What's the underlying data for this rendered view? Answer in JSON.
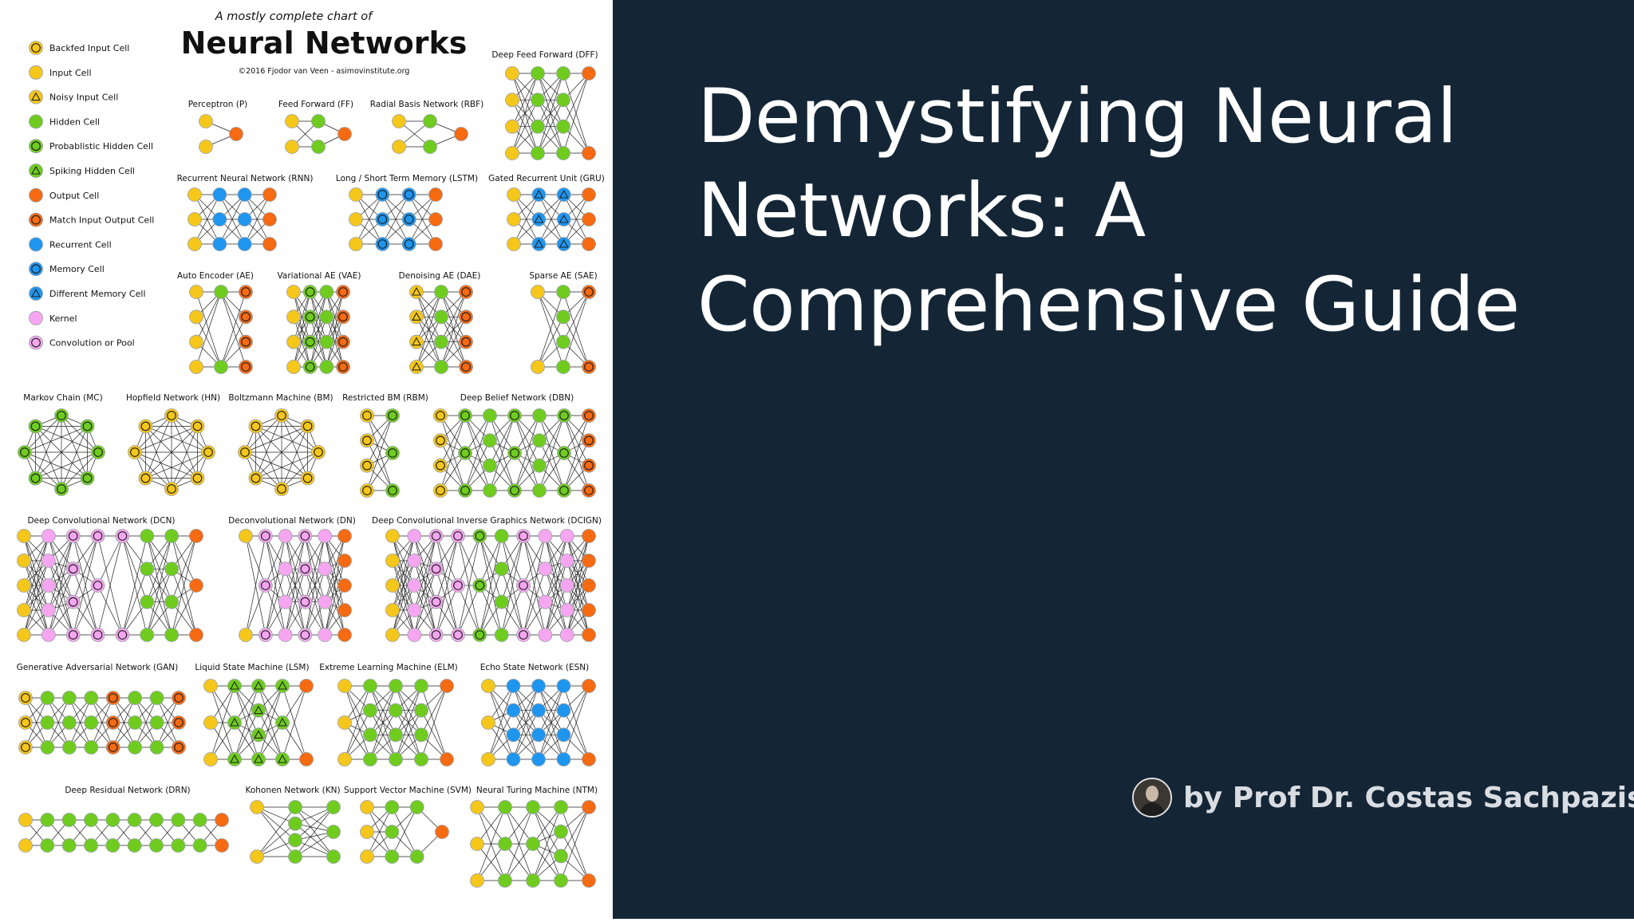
{
  "chart": {
    "heading_small": "A mostly complete chart of",
    "heading_big": "Neural Networks",
    "credit": "©2016 Fjodor van Veen - asimovinstitute.org",
    "legend": [
      {
        "label": "Backfed Input Cell",
        "cell": "backfed-input"
      },
      {
        "label": "Input Cell",
        "cell": "input"
      },
      {
        "label": "Noisy Input Cell",
        "cell": "noisy-input"
      },
      {
        "label": "Hidden Cell",
        "cell": "hidden"
      },
      {
        "label": "Probablistic Hidden Cell",
        "cell": "probabilistic-hidden"
      },
      {
        "label": "Spiking Hidden Cell",
        "cell": "spiking-hidden"
      },
      {
        "label": "Output Cell",
        "cell": "output"
      },
      {
        "label": "Match Input Output Cell",
        "cell": "match-io"
      },
      {
        "label": "Recurrent Cell",
        "cell": "recurrent"
      },
      {
        "label": "Memory Cell",
        "cell": "memory"
      },
      {
        "label": "Different Memory Cell",
        "cell": "different-memory"
      },
      {
        "label": "Kernel",
        "cell": "kernel"
      },
      {
        "label": "Convolution or Pool",
        "cell": "convolution-pool"
      }
    ],
    "cell_colors": {
      "input": "#f5c71a",
      "hidden": "#6fcc1f",
      "output": "#f66a12",
      "recurrent": "#1e96f0",
      "kernel": "#f6a6f0"
    },
    "networks": [
      {
        "name": "Deep Feed Forward (DFF)",
        "layers": [
          [
            "I",
            "I",
            "I",
            "I"
          ],
          [
            "H",
            "H",
            "H",
            "H"
          ],
          [
            "H",
            "H",
            "H",
            "H"
          ],
          [
            "O",
            "O"
          ]
        ]
      },
      {
        "name": "Perceptron (P)",
        "layers": [
          [
            "I",
            "I"
          ],
          [
            "O"
          ]
        ]
      },
      {
        "name": "Feed Forward (FF)",
        "layers": [
          [
            "I",
            "I"
          ],
          [
            "H",
            "H"
          ],
          [
            "O"
          ]
        ]
      },
      {
        "name": "Radial Basis Network (RBF)",
        "layers": [
          [
            "I",
            "I"
          ],
          [
            "H",
            "H"
          ],
          [
            "O"
          ]
        ]
      },
      {
        "name": "Recurrent Neural Network (RNN)",
        "layers": [
          [
            "I",
            "I",
            "I"
          ],
          [
            "R",
            "R",
            "R"
          ],
          [
            "R",
            "R",
            "R"
          ],
          [
            "O",
            "O",
            "O"
          ]
        ]
      },
      {
        "name": "Long / Short Term Memory (LSTM)",
        "layers": [
          [
            "I",
            "I",
            "I"
          ],
          [
            "M",
            "M",
            "M"
          ],
          [
            "M",
            "M",
            "M"
          ],
          [
            "O",
            "O",
            "O"
          ]
        ]
      },
      {
        "name": "Gated Recurrent Unit (GRU)",
        "layers": [
          [
            "I",
            "I",
            "I"
          ],
          [
            "D",
            "D",
            "D"
          ],
          [
            "D",
            "D",
            "D"
          ],
          [
            "O",
            "O",
            "O"
          ]
        ]
      },
      {
        "name": "Auto Encoder (AE)",
        "layers": [
          [
            "I",
            "I",
            "I",
            "I"
          ],
          [
            "H",
            "H"
          ],
          [
            "X",
            "X",
            "X",
            "X"
          ]
        ]
      },
      {
        "name": "Variational AE (VAE)",
        "layers": [
          [
            "I",
            "I",
            "I",
            "I"
          ],
          [
            "P",
            "P",
            "P",
            "P"
          ],
          [
            "H",
            "H",
            "H",
            "H"
          ],
          [
            "X",
            "X",
            "X",
            "X"
          ]
        ]
      },
      {
        "name": "Denoising AE (DAE)",
        "layers": [
          [
            "N",
            "N",
            "N",
            "N"
          ],
          [
            "H",
            "H",
            "H",
            "H"
          ],
          [
            "X",
            "X",
            "X",
            "X"
          ]
        ]
      },
      {
        "name": "Sparse AE (SAE)",
        "layers": [
          [
            "I",
            "I"
          ],
          [
            "H",
            "H",
            "H",
            "H"
          ],
          [
            "X",
            "X"
          ]
        ]
      },
      {
        "name": "Markov Chain (MC)",
        "ring": "P"
      },
      {
        "name": "Hopfield Network (HN)",
        "ring": "B"
      },
      {
        "name": "Boltzmann Machine (BM)",
        "ring": "B"
      },
      {
        "name": "Restricted BM (RBM)",
        "layers": [
          [
            "B",
            "B",
            "B",
            "B"
          ],
          [
            "P",
            "P",
            "P"
          ]
        ]
      },
      {
        "name": "Deep Belief Network (DBN)",
        "layers": [
          [
            "B",
            "B",
            "B",
            "B"
          ],
          [
            "P",
            "P",
            "P"
          ],
          [
            "H",
            "H",
            "H",
            "H"
          ],
          [
            "P",
            "P",
            "P"
          ],
          [
            "H",
            "H",
            "H",
            "H"
          ],
          [
            "P",
            "P",
            "P"
          ],
          [
            "X",
            "X",
            "X",
            "X"
          ]
        ]
      },
      {
        "name": "Deep Convolutional Network (DCN)",
        "layers": [
          [
            "I",
            "I",
            "I",
            "I",
            "I"
          ],
          [
            "K",
            "K",
            "K",
            "K",
            "K"
          ],
          [
            "C",
            "C",
            "C",
            "C"
          ],
          [
            "C",
            "C",
            "C"
          ],
          [
            "C",
            "C"
          ],
          [
            "H",
            "H",
            "H",
            "H"
          ],
          [
            "H",
            "H",
            "H",
            "H"
          ],
          [
            "O",
            "O",
            "O"
          ]
        ]
      },
      {
        "name": "Deconvolutional Network (DN)",
        "layers": [
          [
            "I",
            "I"
          ],
          [
            "C",
            "C",
            "C"
          ],
          [
            "K",
            "K",
            "K",
            "K"
          ],
          [
            "C",
            "C",
            "C",
            "C"
          ],
          [
            "K",
            "K",
            "K",
            "K"
          ],
          [
            "O",
            "O",
            "O",
            "O",
            "O"
          ]
        ]
      },
      {
        "name": "Deep Convolutional Inverse Graphics Network (DCIGN)",
        "layers": [
          [
            "I",
            "I",
            "I",
            "I",
            "I"
          ],
          [
            "K",
            "K",
            "K",
            "K",
            "K"
          ],
          [
            "C",
            "C",
            "C",
            "C"
          ],
          [
            "C",
            "C",
            "C"
          ],
          [
            "P",
            "P",
            "P"
          ],
          [
            "H",
            "H",
            "H",
            "H"
          ],
          [
            "C",
            "C",
            "C"
          ],
          [
            "K",
            "K",
            "K",
            "K"
          ],
          [
            "K",
            "K",
            "K",
            "K",
            "K"
          ],
          [
            "O",
            "O",
            "O",
            "O",
            "O"
          ]
        ]
      },
      {
        "name": "Generative Adversarial Network (GAN)",
        "layers": [
          [
            "B",
            "B",
            "B"
          ],
          [
            "H",
            "H",
            "H"
          ],
          [
            "H",
            "H",
            "H"
          ],
          [
            "H",
            "H",
            "H"
          ],
          [
            "X",
            "X",
            "X"
          ],
          [
            "H",
            "H",
            "H"
          ],
          [
            "H",
            "H",
            "H"
          ],
          [
            "X",
            "X",
            "X"
          ]
        ]
      },
      {
        "name": "Liquid State Machine (LSM)",
        "layers": [
          [
            "I",
            "I",
            "I"
          ],
          [
            "S",
            "S",
            "S"
          ],
          [
            "S",
            "S",
            "S",
            "S"
          ],
          [
            "S",
            "S",
            "S"
          ],
          [
            "O",
            "O"
          ]
        ]
      },
      {
        "name": "Extreme Learning Machine (ELM)",
        "layers": [
          [
            "I",
            "I",
            "I"
          ],
          [
            "H",
            "H",
            "H",
            "H"
          ],
          [
            "H",
            "H",
            "H",
            "H"
          ],
          [
            "H",
            "H",
            "H",
            "H"
          ],
          [
            "O",
            "O"
          ]
        ]
      },
      {
        "name": "Echo State Network (ESN)",
        "layers": [
          [
            "I",
            "I",
            "I"
          ],
          [
            "R",
            "R",
            "R",
            "R"
          ],
          [
            "R",
            "R",
            "R",
            "R"
          ],
          [
            "R",
            "R",
            "R",
            "R"
          ],
          [
            "O",
            "O"
          ]
        ]
      },
      {
        "name": "Deep Residual Network (DRN)",
        "layers": [
          [
            "I",
            "I"
          ],
          [
            "H",
            "H"
          ],
          [
            "H",
            "H"
          ],
          [
            "H",
            "H"
          ],
          [
            "H",
            "H"
          ],
          [
            "H",
            "H"
          ],
          [
            "H",
            "H"
          ],
          [
            "H",
            "H"
          ],
          [
            "H",
            "H"
          ],
          [
            "O",
            "O"
          ]
        ]
      },
      {
        "name": "Kohonen Network (KN)",
        "layers": [
          [
            "I",
            "I"
          ],
          [
            "H",
            "H",
            "H",
            "H"
          ],
          [
            "H",
            "H",
            "H"
          ]
        ]
      },
      {
        "name": "Support Vector Machine (SVM)",
        "layers": [
          [
            "I",
            "I",
            "I"
          ],
          [
            "H",
            "H",
            "H"
          ],
          [
            "H",
            "H"
          ],
          [
            "O"
          ]
        ]
      },
      {
        "name": "Neural Turing Machine (NTM)",
        "layers": [
          [
            "I",
            "I",
            "I"
          ],
          [
            "H",
            "H",
            "H"
          ],
          [
            "H",
            "H",
            "H"
          ],
          [
            "H",
            "H",
            "H",
            "H"
          ],
          [
            "O",
            "O"
          ]
        ]
      }
    ]
  },
  "slide": {
    "title": "Demystifying Neural Networks: A Comprehensive Guide",
    "byline": "by Prof Dr. Costas Sachpazis",
    "panel_color": "#142636"
  }
}
